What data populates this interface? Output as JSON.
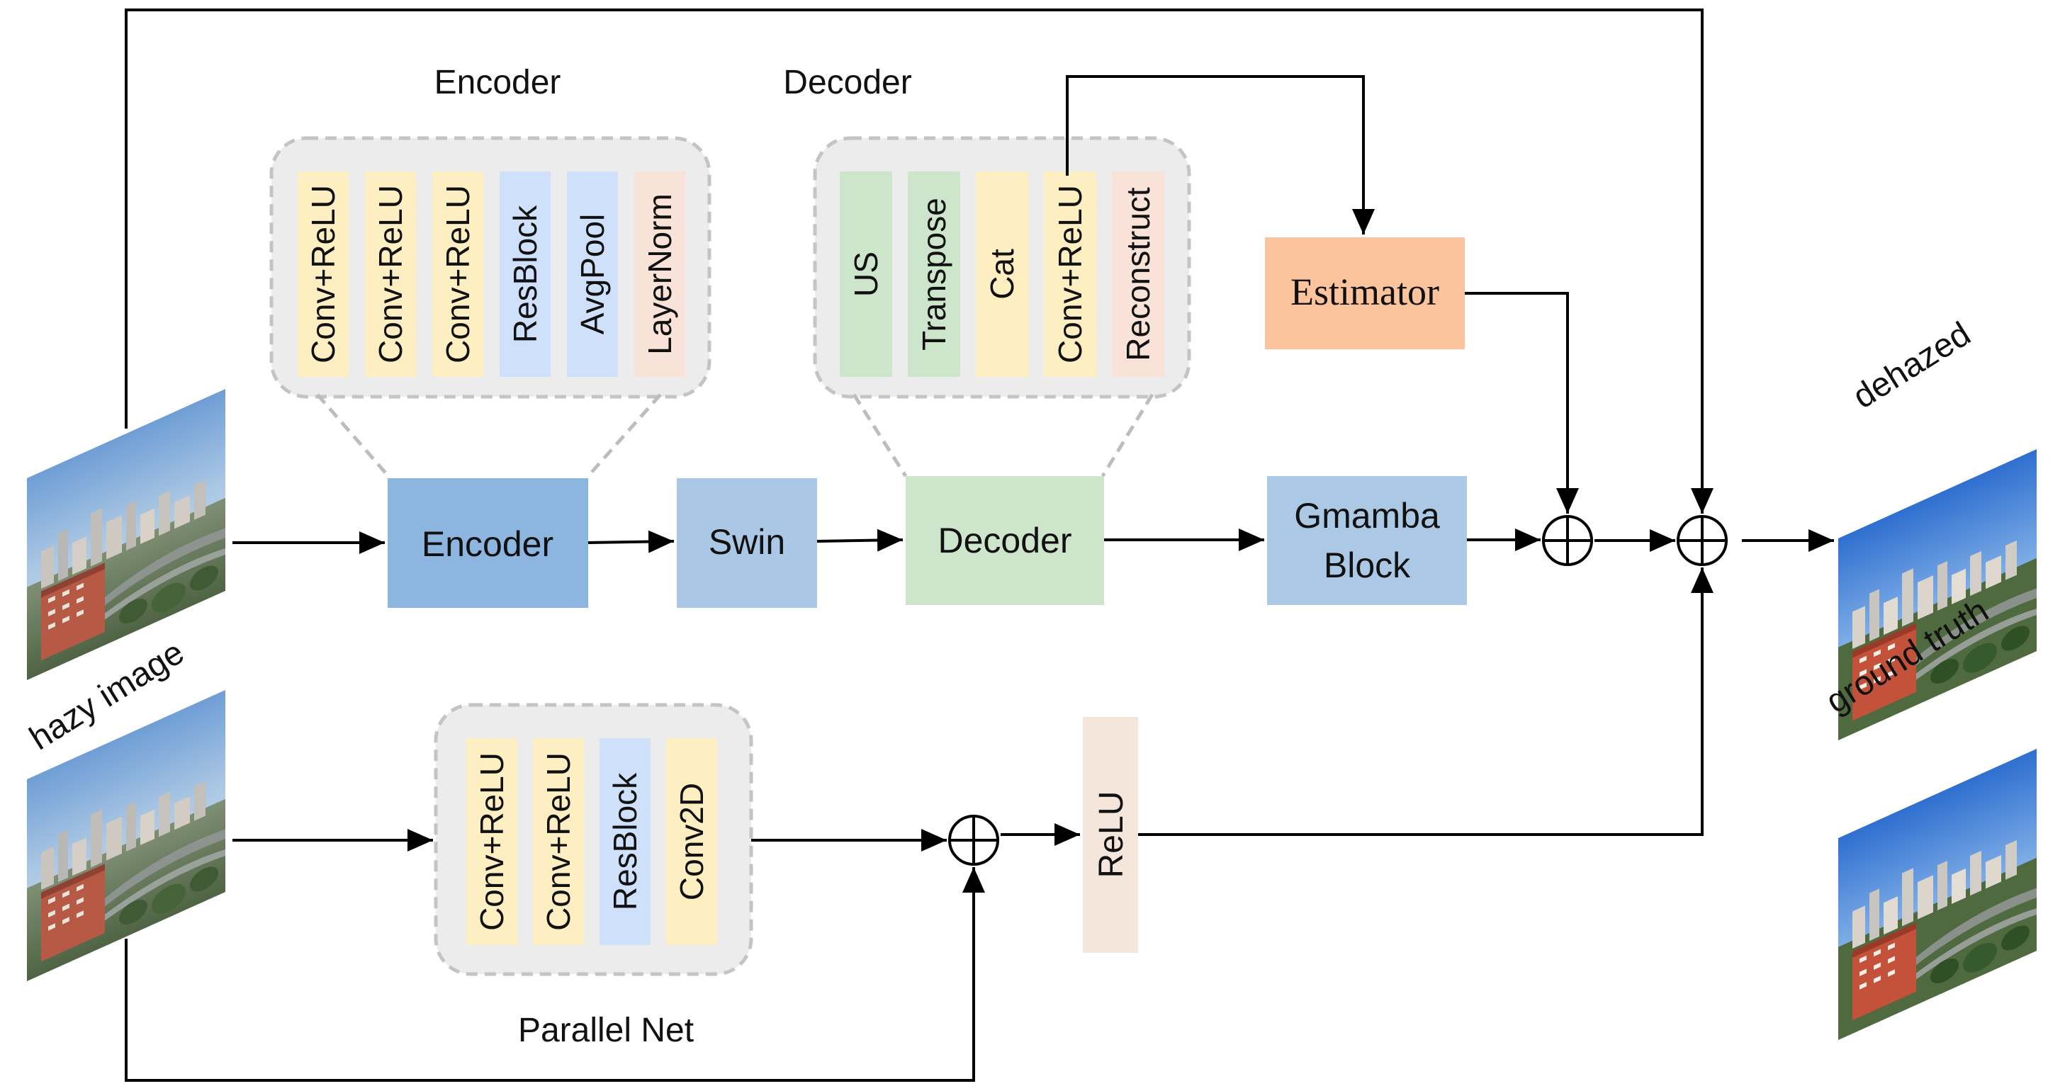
{
  "labels": {
    "encoder_heading": "Encoder",
    "decoder_heading": "Decoder",
    "parallel_heading": "Parallel Net",
    "hazy_image": "hazy image",
    "dehazed": "dehazed",
    "ground_truth": "ground truth"
  },
  "main_blocks": {
    "encoder": "Encoder",
    "swin": "Swin",
    "decoder": "Decoder",
    "gmamba_line1": "Gmamba",
    "gmamba_line2": "Block",
    "estimator": "Estimator",
    "relu": "ReLU"
  },
  "encoder_layers": [
    {
      "label": "Conv+ReLU",
      "kind": "conv"
    },
    {
      "label": "Conv+ReLU",
      "kind": "conv"
    },
    {
      "label": "Conv+ReLU",
      "kind": "conv"
    },
    {
      "label": "ResBlock",
      "kind": "res"
    },
    {
      "label": "AvgPool",
      "kind": "res"
    },
    {
      "label": "LayerNorm",
      "kind": "norm"
    }
  ],
  "decoder_layers": [
    {
      "label": "US",
      "kind": "green"
    },
    {
      "label": "Transpose",
      "kind": "green"
    },
    {
      "label": "Cat",
      "kind": "conv"
    },
    {
      "label": "Conv+ReLU",
      "kind": "conv"
    },
    {
      "label": "Reconstruct",
      "kind": "norm"
    }
  ],
  "parallel_layers": [
    {
      "label": "Conv+ReLU",
      "kind": "conv"
    },
    {
      "label": "Conv+ReLU",
      "kind": "conv"
    },
    {
      "label": "ResBlock",
      "kind": "res"
    },
    {
      "label": "Conv2D",
      "kind": "conv"
    }
  ],
  "sum_symbol": "⊕",
  "colors": {
    "conv": "#fdefc2",
    "res": "#cfe0fa",
    "norm": "#f9e2d8",
    "green": "#cde6cb",
    "encoder_block": "#8cb5df",
    "swin_block": "#aac8e6",
    "decoder_block": "#cde6cb",
    "gmamba_block": "#abc9e4",
    "estimator_block": "#fbc49d",
    "relu_block": "#f5e6dc"
  }
}
